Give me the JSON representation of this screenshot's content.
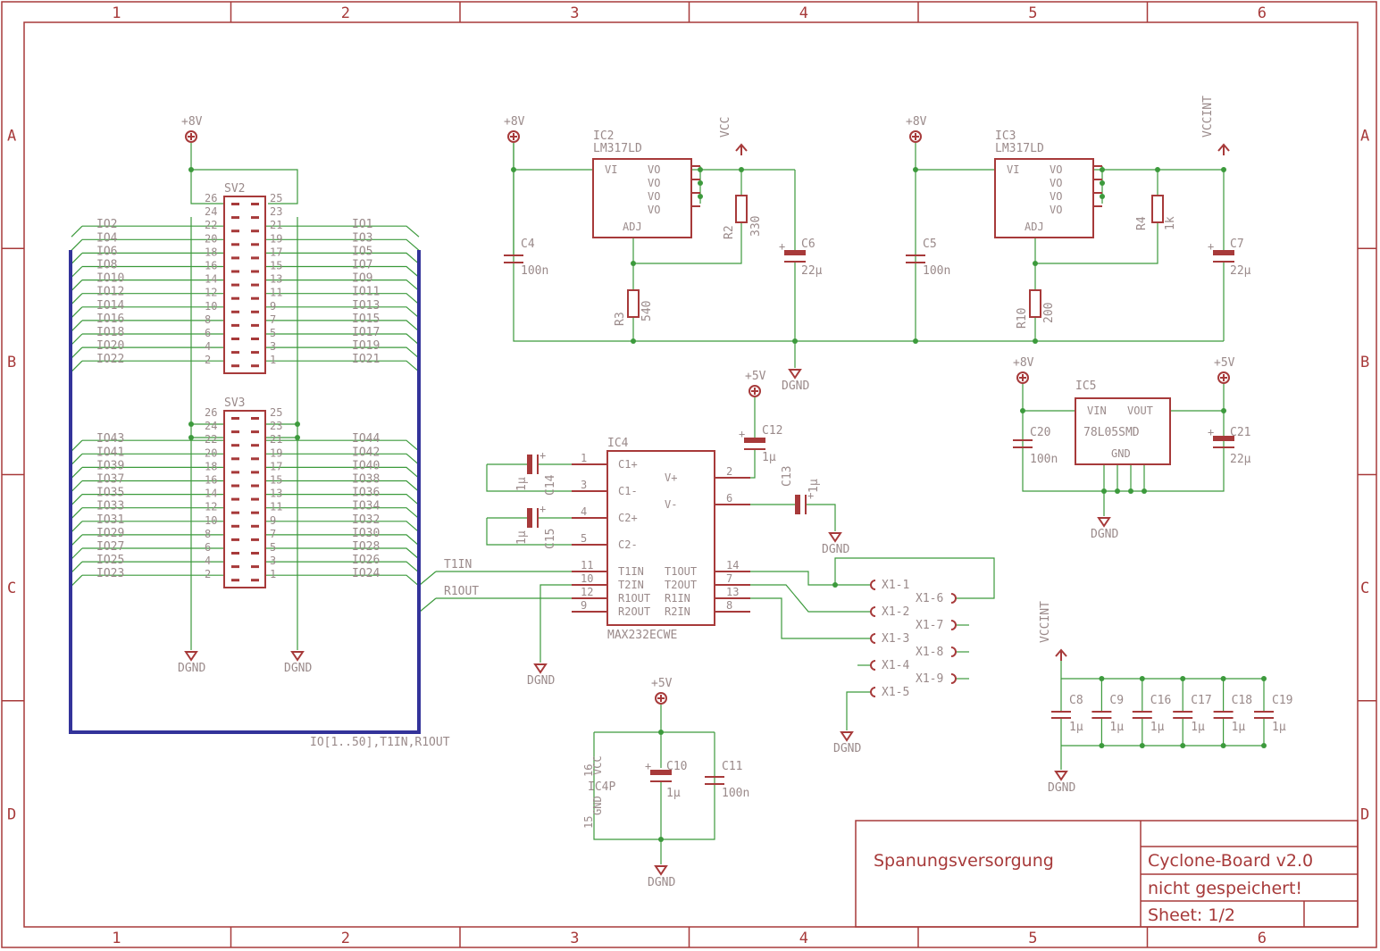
{
  "frame": {
    "cols": [
      "1",
      "2",
      "3",
      "4",
      "5",
      "6"
    ],
    "rows": [
      "A",
      "B",
      "C",
      "D"
    ]
  },
  "title_block": {
    "sheet_title": "Spanungsversorgung",
    "board": "Cyclone-Board v2.0",
    "status": "nicht gespeichert!",
    "sheet": "Sheet: 1/2"
  },
  "supplies": {
    "p8v": "+8V",
    "p5v": "+5V",
    "vcc": "VCC",
    "vccint": "VCCINT",
    "dgnd": "DGND"
  },
  "regulators": {
    "ic2_name": "IC2",
    "ic2_val": "LM317LD",
    "ic3_name": "IC3",
    "ic3_val": "LM317LD",
    "pin_vi": "VI",
    "pin_vo": "VO",
    "pin_adj": "ADJ",
    "ic5_name": "IC5",
    "ic5_val": "78L05SMD",
    "vin": "VIN",
    "vout": "VOUT",
    "gnd": "GND"
  },
  "caps": {
    "c4": "C4",
    "c5": "C5",
    "c6": "C6",
    "c7": "C7",
    "c8": "C8",
    "c9": "C9",
    "c10": "C10",
    "c11": "C11",
    "c12": "C12",
    "c13": "C13",
    "c14": "C14",
    "c15": "C15",
    "c16": "C16",
    "c17": "C17",
    "c18": "C18",
    "c19": "C19",
    "c20": "C20",
    "c21": "C21",
    "v100n": "100n",
    "v22u": "22μ",
    "v1u": "1μ"
  },
  "resistors": {
    "r2": "R2",
    "r2v": "330",
    "r3": "R3",
    "r3v": "540",
    "r4": "R4",
    "r4v": "1k",
    "r10": "R10",
    "r10v": "200"
  },
  "max232": {
    "name": "IC4",
    "value": "MAX232ECWE",
    "power": "IC4P",
    "vcc": "VCC",
    "gnd": "GND",
    "pins_left": [
      [
        "1",
        "C1+"
      ],
      [
        "3",
        "C1-"
      ],
      [
        "4",
        "C2+"
      ],
      [
        "5",
        "C2-"
      ],
      [
        "11",
        "T1IN"
      ],
      [
        "10",
        "T2IN"
      ],
      [
        "12",
        "R1OUT"
      ],
      [
        "9",
        "R2OUT"
      ]
    ],
    "pins_right": [
      [
        "2",
        "V+"
      ],
      [
        "6",
        "V-"
      ],
      [
        "14",
        "T1OUT"
      ],
      [
        "7",
        "T2OUT"
      ],
      [
        "13",
        "R1IN"
      ],
      [
        "8",
        "R2IN"
      ]
    ],
    "pin16": "16",
    "pin15": "15"
  },
  "connectors": {
    "sv2": "SV2",
    "sv3": "SV3",
    "x1": [
      "X1-1",
      "X1-2",
      "X1-3",
      "X1-4",
      "X1-5",
      "X1-6",
      "X1-7",
      "X1-8",
      "X1-9"
    ]
  },
  "nets": {
    "t1in": "T1IN",
    "r1out": "R1OUT",
    "bus": "IO[1..50],T1IN,R1OUT",
    "sv2_left": [
      "IO2",
      "IO4",
      "IO6",
      "IO8",
      "IO10",
      "IO12",
      "IO14",
      "IO16",
      "IO18",
      "IO20",
      "IO22"
    ],
    "sv2_right": [
      "IO1",
      "IO3",
      "IO5",
      "IO7",
      "IO9",
      "IO11",
      "IO13",
      "IO15",
      "IO17",
      "IO19",
      "IO21"
    ],
    "sv3_left": [
      "IO43",
      "IO41",
      "IO39",
      "IO37",
      "IO35",
      "IO33",
      "IO31",
      "IO29",
      "IO27",
      "IO25",
      "IO23"
    ],
    "sv3_right": [
      "IO44",
      "IO42",
      "IO40",
      "IO38",
      "IO36",
      "IO34",
      "IO32",
      "IO30",
      "IO28",
      "IO26",
      "IO24"
    ]
  }
}
